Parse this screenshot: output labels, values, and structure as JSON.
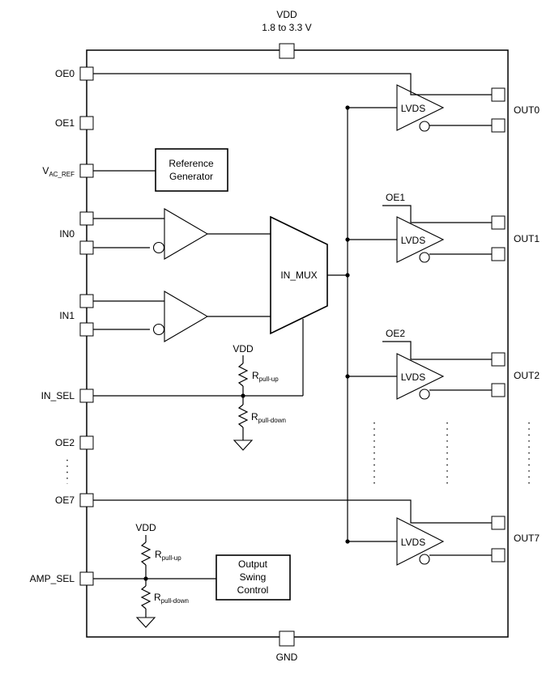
{
  "supply": {
    "name": "VDD",
    "range": "1.8 to 3.3 V"
  },
  "ground": "GND",
  "pins_left": {
    "oe0": "OE0",
    "oe1": "OE1",
    "vac_ref": "V",
    "vac_ref_sub": "AC_REF",
    "in0": "IN0",
    "in1": "IN1",
    "in_sel": "IN_SEL",
    "oe2": "OE2",
    "oe7": "OE7",
    "amp_sel": "AMP_SEL"
  },
  "pins_right": [
    "OUT0",
    "OUT1",
    "OUT2",
    "OUT7"
  ],
  "blocks": {
    "reference_generator": [
      "Reference",
      "Generator"
    ],
    "in_mux": "IN_MUX",
    "output_swing_control": [
      "Output",
      "Swing",
      "Control"
    ]
  },
  "drivers": {
    "label": "LVDS",
    "enables": [
      "OE1",
      "OE2"
    ]
  },
  "resistors": {
    "vdd": "VDD",
    "r": "R",
    "pull_up": "pull-up",
    "pull_down": "pull-down"
  }
}
